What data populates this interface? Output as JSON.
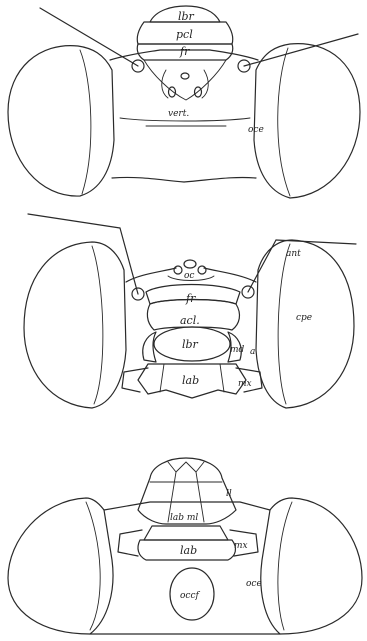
{
  "views": {
    "top": {
      "labels": {
        "lbr": "lbr",
        "pcl": "pcl",
        "fr": "fr",
        "vert": "vert.",
        "oce": "oce"
      }
    },
    "middle": {
      "labels": {
        "oc": "oc",
        "ant": "ant",
        "fr": "fr",
        "acl": "acl.",
        "lbr": "lbr",
        "md": "md",
        "cpe": "cpe",
        "lab": "lab",
        "mx": "mx",
        "a": "a"
      }
    },
    "bottom": {
      "labels": {
        "ll": "ll",
        "labml": "lab ml",
        "lab": "lab",
        "mx": "mx",
        "occf": "occf",
        "oce": "oce"
      }
    }
  }
}
